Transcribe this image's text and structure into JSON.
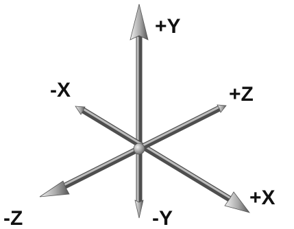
{
  "axes": {
    "pos_y": {
      "label": "+Y"
    },
    "neg_y": {
      "label": "-Y"
    },
    "pos_x": {
      "label": "+X"
    },
    "neg_x": {
      "label": "-X"
    },
    "pos_z": {
      "label": "+Z"
    },
    "neg_z": {
      "label": "-Z"
    }
  },
  "colors": {
    "shaft_light": "#c9c9c9",
    "shaft_dark": "#5a5a5a",
    "label": "#111111",
    "background": "#ffffff"
  }
}
